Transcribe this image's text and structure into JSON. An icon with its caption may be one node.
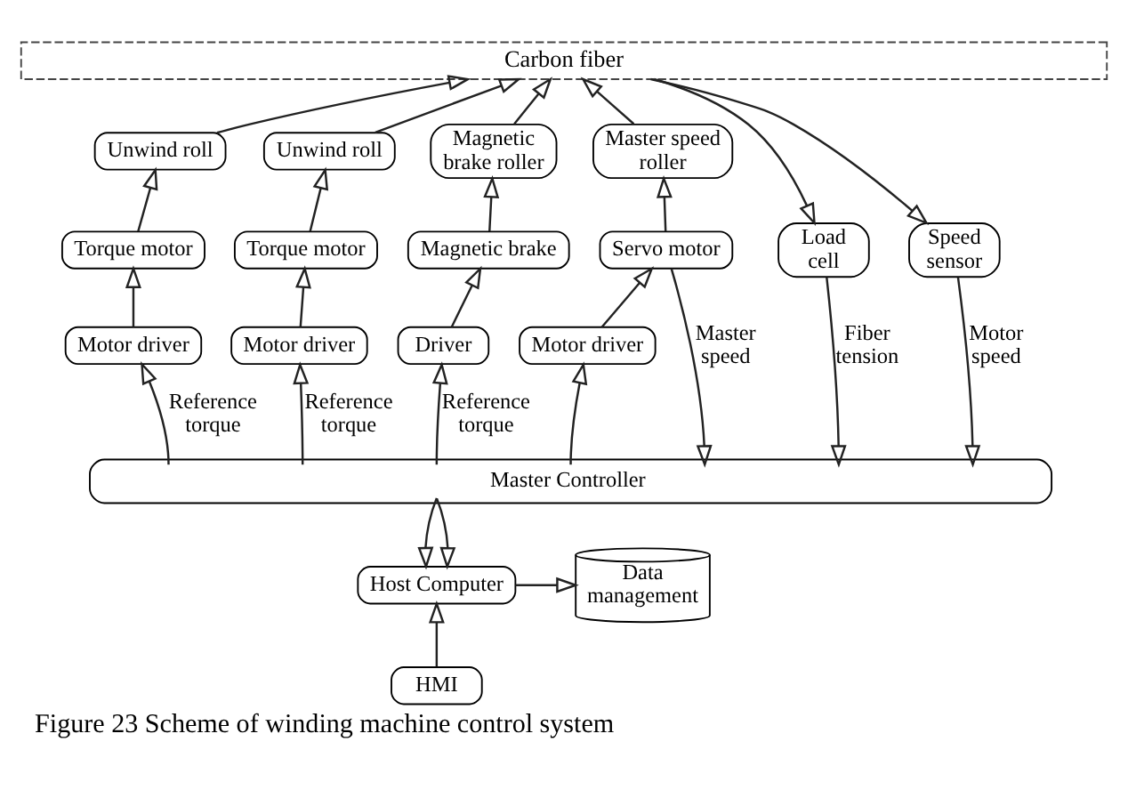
{
  "diagram": {
    "caption": "Figure 23 Scheme of winding machine control system",
    "nodes": [
      {
        "text": [
          "Carbon fiber"
        ]
      },
      {
        "text": [
          "Unwind roll"
        ]
      },
      {
        "text": [
          "Unwind roll"
        ]
      },
      {
        "text": [
          "Magnetic brake roller"
        ]
      },
      {
        "text": [
          "Master speed roller"
        ]
      },
      {
        "text": [
          "Torque motor"
        ]
      },
      {
        "text": [
          "Torque motor"
        ]
      },
      {
        "text": [
          "Magnetic brake"
        ]
      },
      {
        "text": [
          "Servo motor"
        ]
      },
      {
        "text": [
          "Load cell"
        ]
      },
      {
        "text": [
          "Speed sensor"
        ]
      },
      {
        "text": [
          "Motor driver"
        ]
      },
      {
        "text": [
          "Motor driver"
        ]
      },
      {
        "text": [
          "Driver"
        ]
      },
      {
        "text": [
          "Motor driver"
        ]
      },
      {
        "text": [
          "Master Controller"
        ]
      },
      {
        "text": [
          "Host Computer"
        ]
      },
      {
        "text": [
          "Data management"
        ]
      },
      {
        "text": [
          "HMI"
        ]
      }
    ],
    "edges": [
      {
        "from": 1,
        "to": 0,
        "arrow": "to"
      },
      {
        "from": 2,
        "to": 0,
        "arrow": "to"
      },
      {
        "from": 3,
        "to": 0,
        "arrow": "to"
      },
      {
        "from": 4,
        "to": 0,
        "arrow": "to"
      },
      {
        "from": 5,
        "to": 1,
        "arrow": "to"
      },
      {
        "from": 6,
        "to": 2,
        "arrow": "to"
      },
      {
        "from": 7,
        "to": 3,
        "arrow": "to"
      },
      {
        "from": 8,
        "to": 4,
        "arrow": "to"
      },
      {
        "from": 11,
        "to": 5,
        "arrow": "to"
      },
      {
        "from": 12,
        "to": 6,
        "arrow": "to"
      },
      {
        "from": 13,
        "to": 7,
        "arrow": "to"
      },
      {
        "from": 14,
        "to": 8,
        "arrow": "to"
      },
      {
        "from": 15,
        "to": 11,
        "arrow": "to",
        "label": "Reference torque"
      },
      {
        "from": 15,
        "to": 12,
        "arrow": "to",
        "label": "Reference torque"
      },
      {
        "from": 15,
        "to": 13,
        "arrow": "to",
        "label": "Reference torque"
      },
      {
        "from": 15,
        "to": 14,
        "arrow": "to"
      },
      {
        "from": 8,
        "to": 15,
        "arrow": "to",
        "label": "Master speed"
      },
      {
        "from": 0,
        "to": 9,
        "arrow": "to"
      },
      {
        "from": 0,
        "to": 10,
        "arrow": "to"
      },
      {
        "from": 9,
        "to": 15,
        "arrow": "to",
        "label": "Fiber tension"
      },
      {
        "from": 10,
        "to": 15,
        "arrow": "to",
        "label": "Motor speed"
      },
      {
        "from": 15,
        "to": 16,
        "arrow": "to"
      },
      {
        "from": 15,
        "to": 16,
        "arrow": "to"
      },
      {
        "from": 16,
        "to": 17,
        "arrow": "to"
      },
      {
        "from": 18,
        "to": 16,
        "arrow": "to"
      }
    ]
  }
}
